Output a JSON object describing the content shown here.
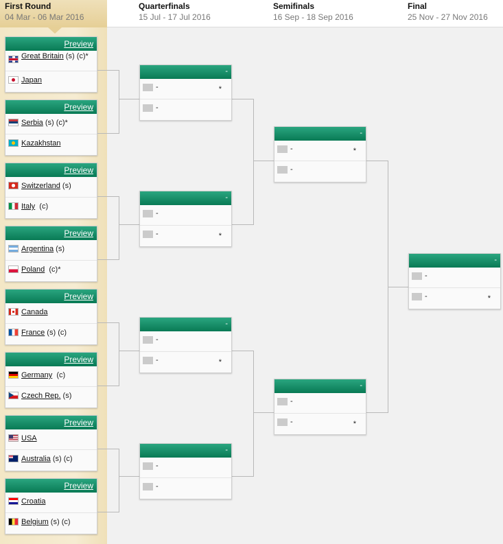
{
  "rounds": [
    {
      "name": "First Round",
      "dates": "04 Mar - 06 Mar 2016"
    },
    {
      "name": "Quarterfinals",
      "dates": "15 Jul - 17 Jul 2016"
    },
    {
      "name": "Semifinals",
      "dates": "16 Sep - 18 Sep 2016"
    },
    {
      "name": "Final",
      "dates": "25 Nov - 27 Nov 2016"
    }
  ],
  "first_round": [
    {
      "preview": "Preview",
      "teams": [
        {
          "name": "Great Britain",
          "flag": "gb-flag-icon",
          "note": " (s) (c)*"
        },
        {
          "name": "Japan",
          "flag": "jp-flag-icon",
          "note": ""
        }
      ]
    },
    {
      "preview": "Preview",
      "teams": [
        {
          "name": "Serbia",
          "flag": "rs-flag-icon",
          "note": " (s) (c)*"
        },
        {
          "name": "Kazakhstan",
          "flag": "kz-flag-icon",
          "note": ""
        }
      ]
    },
    {
      "preview": "Preview",
      "teams": [
        {
          "name": "Switzerland",
          "flag": "ch-flag-icon",
          "note": " (s)"
        },
        {
          "name": "Italy",
          "flag": "it-flag-icon",
          "note": "  (c)"
        }
      ]
    },
    {
      "preview": "Preview",
      "teams": [
        {
          "name": "Argentina",
          "flag": "ar-flag-icon",
          "note": " (s)"
        },
        {
          "name": "Poland",
          "flag": "pl-flag-icon",
          "note": "  (c)*"
        }
      ]
    },
    {
      "preview": "Preview",
      "teams": [
        {
          "name": "Canada",
          "flag": "ca-flag-icon",
          "note": ""
        },
        {
          "name": "France",
          "flag": "fr-flag-icon",
          "note": " (s) (c)"
        }
      ]
    },
    {
      "preview": "Preview",
      "teams": [
        {
          "name": "Germany",
          "flag": "de-flag-icon",
          "note": "  (c)"
        },
        {
          "name": "Czech Rep.",
          "flag": "cz-flag-icon",
          "note": " (s)"
        }
      ]
    },
    {
      "preview": "Preview",
      "teams": [
        {
          "name": "USA",
          "flag": "us-flag-icon",
          "note": ""
        },
        {
          "name": "Australia",
          "flag": "au-flag-icon",
          "note": " (s) (c)"
        }
      ]
    },
    {
      "preview": "Preview",
      "teams": [
        {
          "name": "Croatia",
          "flag": "hr-flag-icon",
          "note": ""
        },
        {
          "name": "Belgium",
          "flag": "be-flag-icon",
          "note": " (s) (c)"
        }
      ]
    }
  ],
  "placeholder": {
    "header": "-",
    "team": "-",
    "star": "*"
  },
  "colors": {
    "accent": "#098058",
    "column_bg": "#f3e7c6",
    "page_bg": "#f1f1f1"
  }
}
